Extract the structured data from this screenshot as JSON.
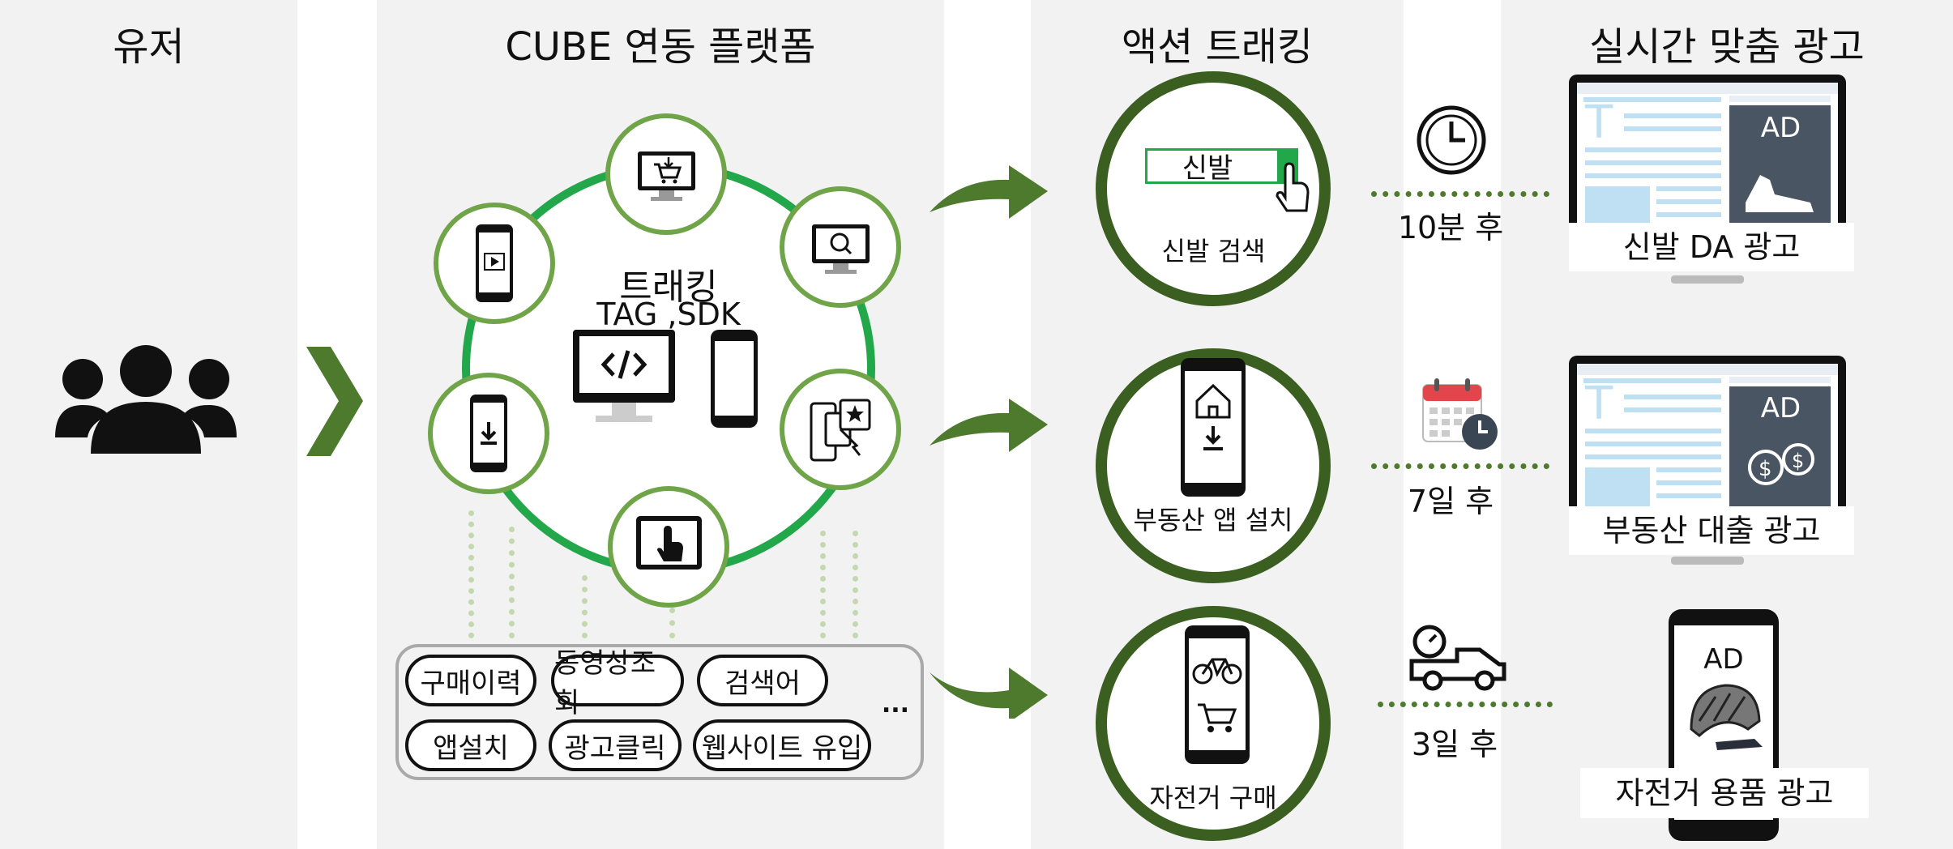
{
  "columns": {
    "user": "유저",
    "platform": "CUBE 연동 플랫폼",
    "tracking": "액션 트래킹",
    "ads": "실시간 맞춤 광고"
  },
  "platform": {
    "center_title": "트래킹",
    "center_subtitle": "TAG ,SDK",
    "data_items": [
      "구매이력",
      "동영상조회",
      "검색어",
      "앱설치",
      "광고클릭",
      "웹사이트 유입"
    ],
    "more": "..."
  },
  "tracking": [
    {
      "label": "신발 검색",
      "search_text": "신발",
      "delay": "10분 후",
      "ad_caption": "신발 DA 광고"
    },
    {
      "label": "부동산 앱 설치",
      "delay": "7일 후",
      "ad_caption": "부동산 대출 광고"
    },
    {
      "label": "자전거 구매",
      "delay": "3일 후",
      "ad_caption": "자전거 용품 광고"
    }
  ],
  "ad_tag": "AD",
  "colors": {
    "panel": "#f2f2f2",
    "dark_green": "#3a5f21",
    "mid_green": "#4e7a2e",
    "ring_green": "#22a84a",
    "light_green": "#6fa548",
    "screen_blue": "#bfe0f2",
    "ad_panel": "#495563"
  }
}
